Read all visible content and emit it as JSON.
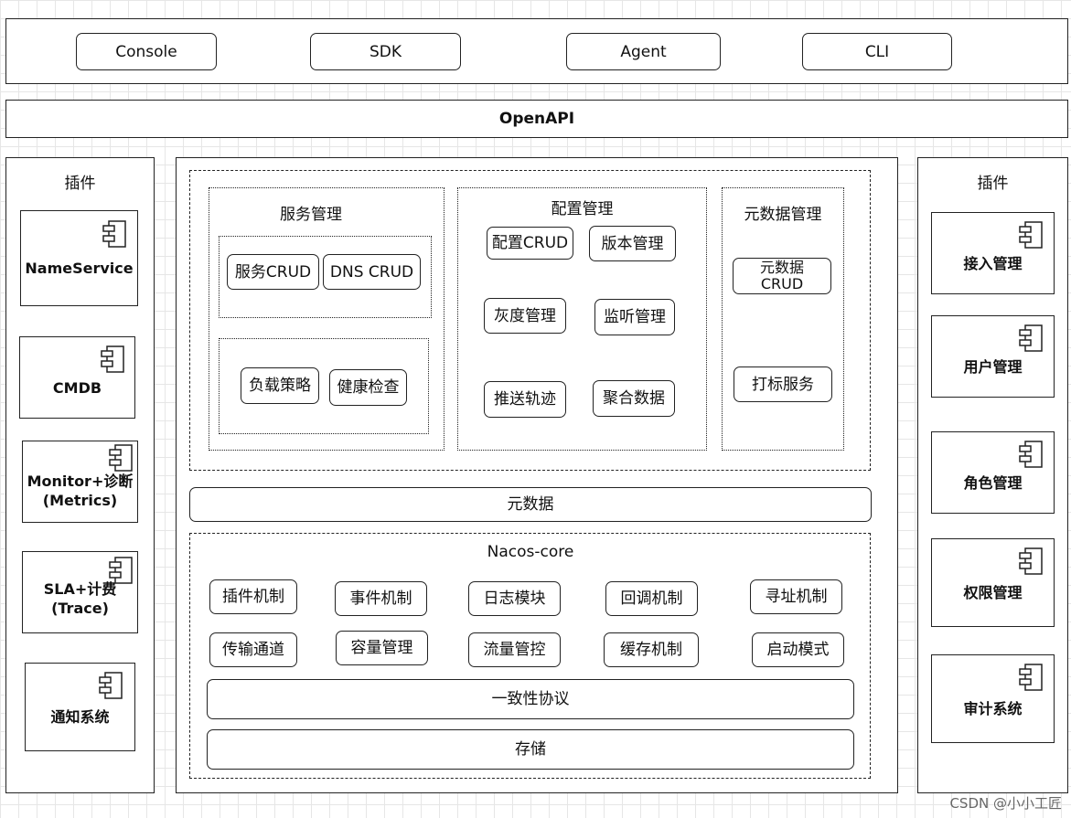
{
  "clients": [
    "Console",
    "SDK",
    "Agent",
    "CLI"
  ],
  "openapi": "OpenAPI",
  "left_plugins": {
    "title": "插件",
    "items": [
      "NameService",
      "CMDB",
      "Monitor+诊断\n(Metrics)",
      "SLA+计费\n(Trace)",
      "通知系统"
    ]
  },
  "right_plugins": {
    "title": "插件",
    "items": [
      "接入管理",
      "用户管理",
      "角色管理",
      "权限管理",
      "审计系统"
    ]
  },
  "service_mgmt": {
    "title": "服务管理",
    "items": [
      "服务CRUD",
      "DNS CRUD",
      "负载策略",
      "健康检查"
    ]
  },
  "config_mgmt": {
    "title": "配置管理",
    "items": [
      "配置CRUD",
      "版本管理",
      "灰度管理",
      "监听管理",
      "推送轨迹",
      "聚合数据"
    ]
  },
  "metadata_mgmt": {
    "title": "元数据管理",
    "items": [
      "元数据\nCRUD",
      "打标服务"
    ]
  },
  "metadata_bar": "元数据",
  "nacos_core": {
    "title": "Nacos-core",
    "row1": [
      "插件机制",
      "事件机制",
      "日志模块",
      "回调机制",
      "寻址机制"
    ],
    "row2": [
      "传输通道",
      "容量管理",
      "流量管控",
      "缓存机制",
      "启动模式"
    ],
    "consistency": "一致性协议",
    "storage": "存储"
  },
  "watermark": "CSDN @小小工匠",
  "icon": "component-icon"
}
